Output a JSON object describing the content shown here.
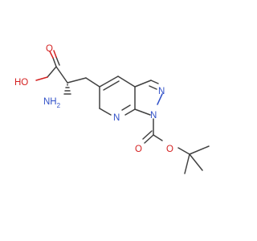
{
  "molecule": {
    "colors": {
      "bond": "#404040",
      "oxygen": "#d42020",
      "nitrogen": "#3050c8",
      "background": "#ffffff"
    },
    "labels": {
      "o_carbonyl_acid": "O",
      "oh_acid": "HO",
      "nh2": "NH",
      "nh2_sub": "2",
      "n_pyrazole_2": "N",
      "n_pyridine": "N",
      "n_pyrazole_1": "N",
      "o_carbonyl_boc": "O",
      "o_ester_boc": "O"
    }
  }
}
